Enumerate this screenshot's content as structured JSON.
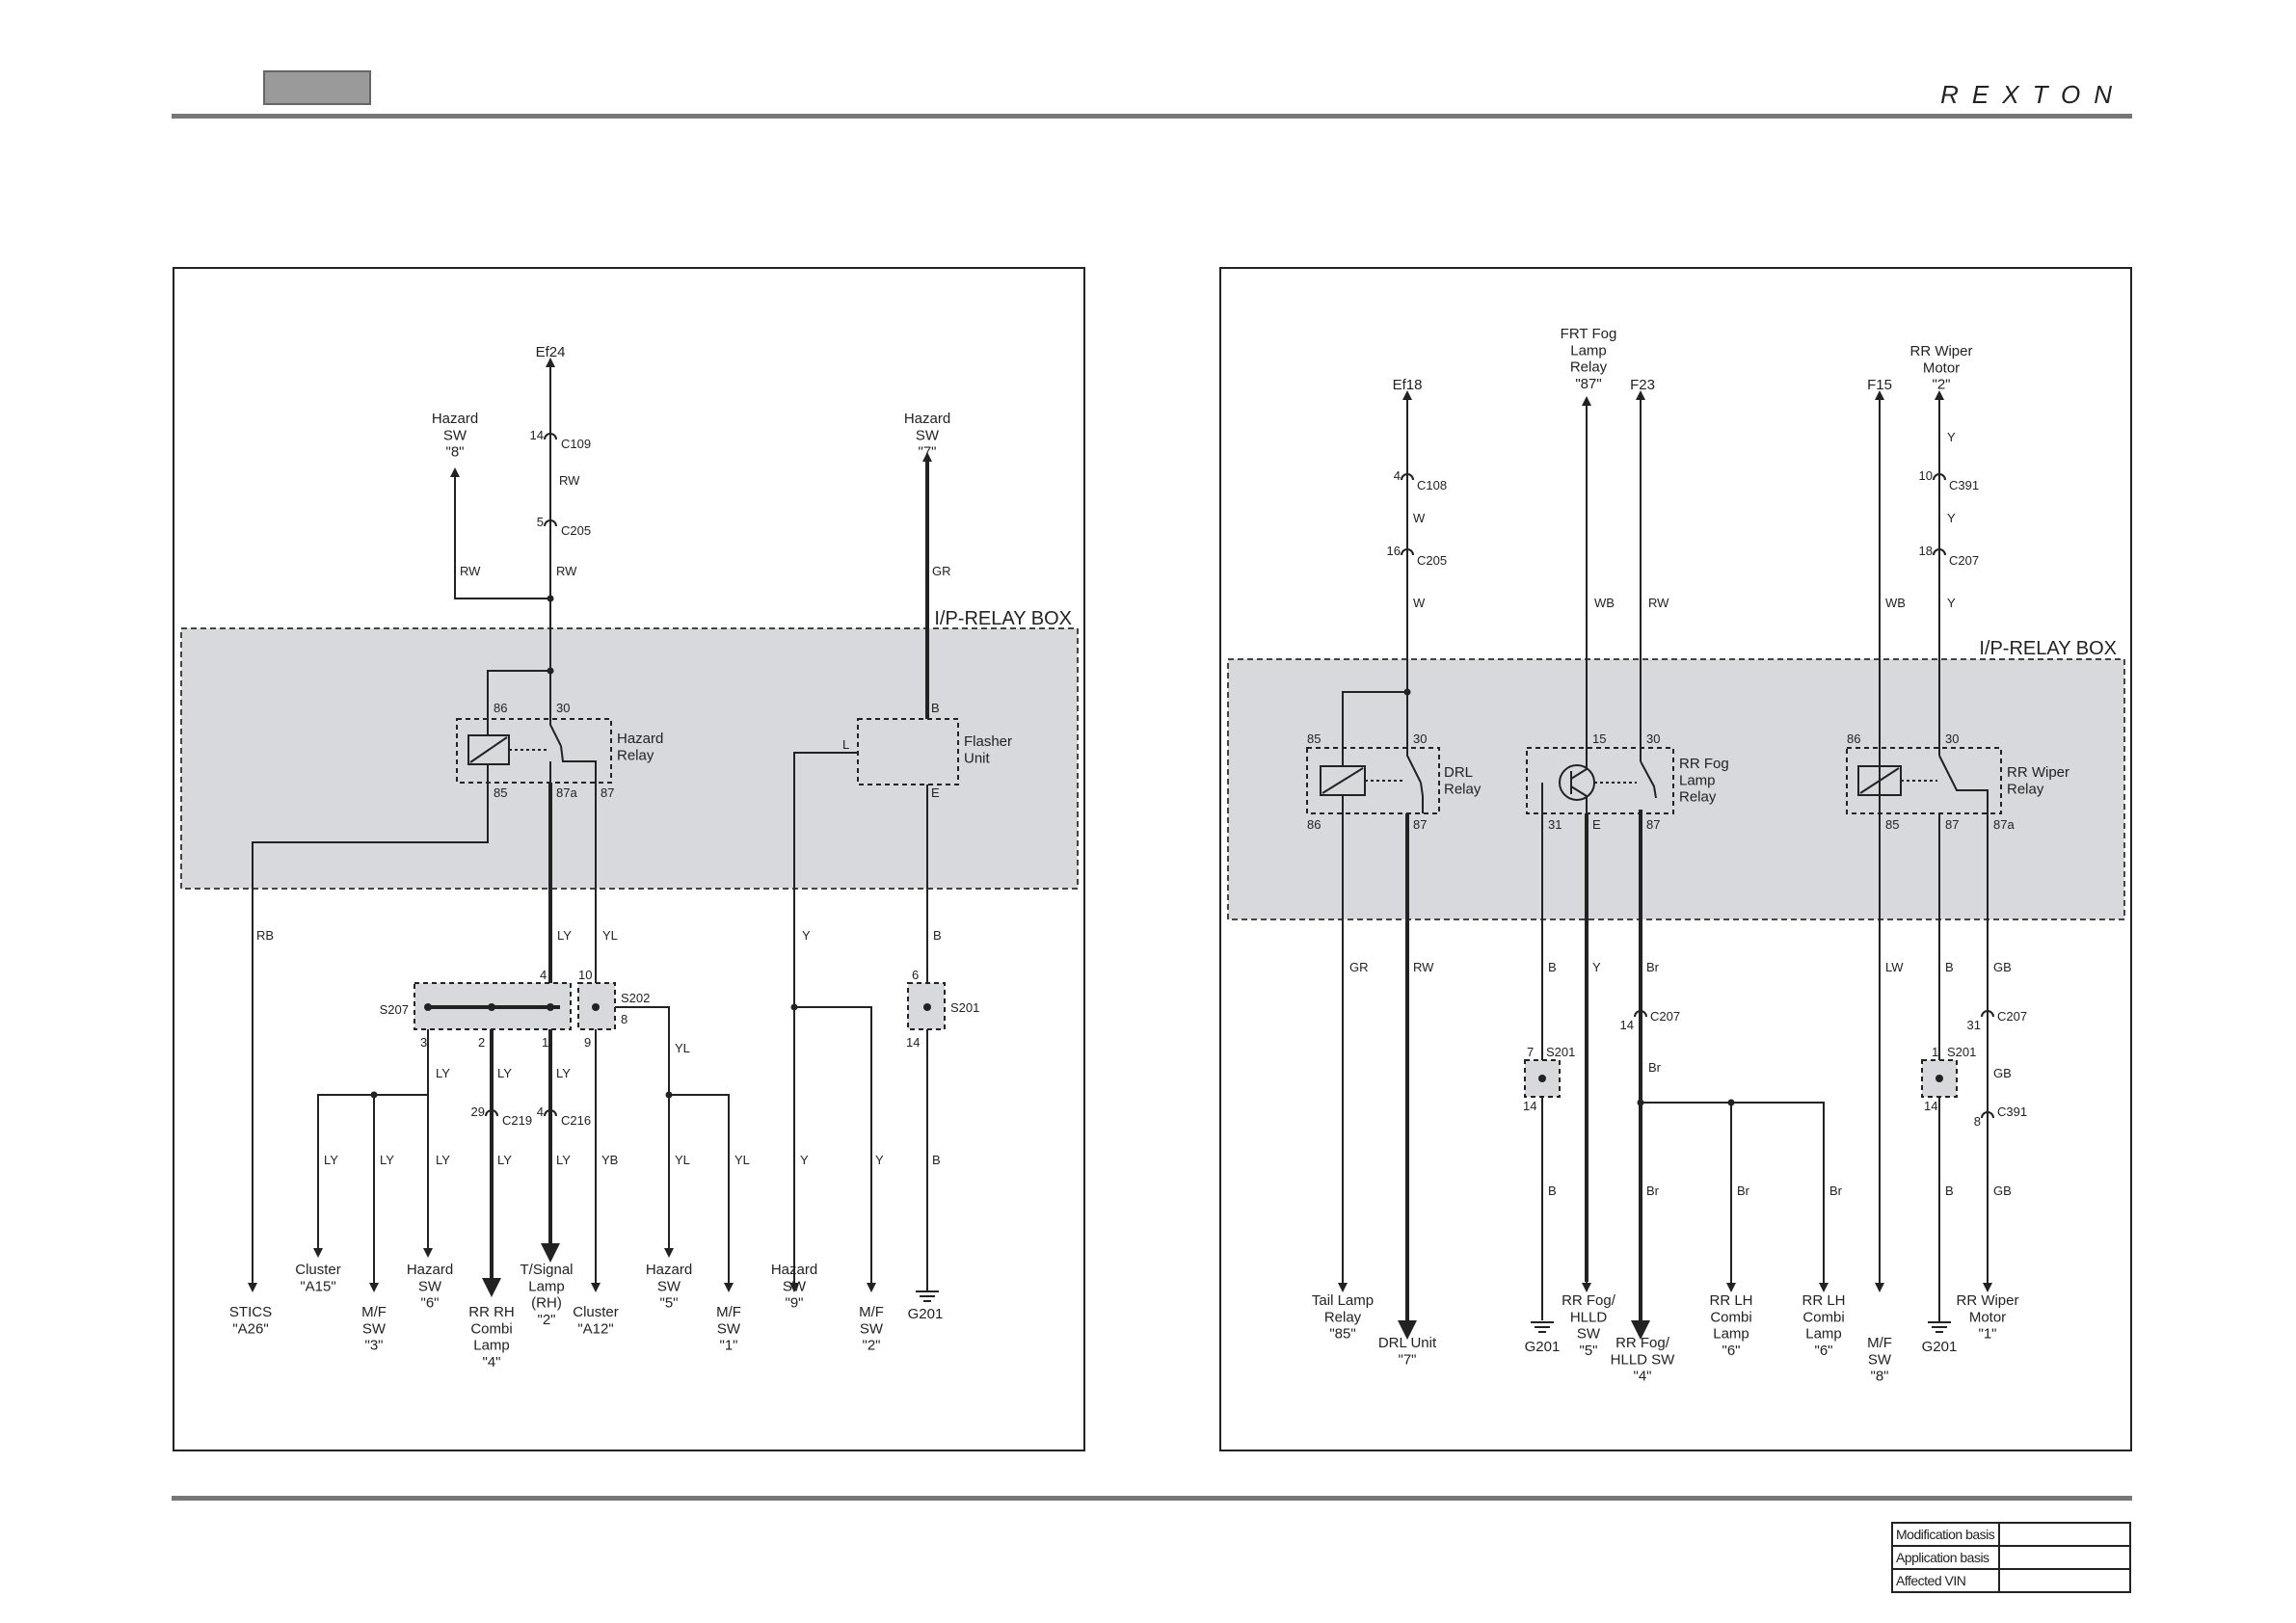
{
  "header": {
    "brand": "REXTON"
  },
  "diagram_left": {
    "relay_box": "I/P-RELAY BOX",
    "labels": [
      {
        "id": "l_ef24",
        "text": "Ef24"
      },
      {
        "id": "l_hz8",
        "text": "Hazard\nSW\n\"8\""
      },
      {
        "id": "l_hz7",
        "text": "Hazard\nSW\n\"7\""
      },
      {
        "id": "l_14",
        "text": "14"
      },
      {
        "id": "l_c109",
        "text": "C109"
      },
      {
        "id": "l_rw1",
        "text": "RW"
      },
      {
        "id": "l_5",
        "text": "5"
      },
      {
        "id": "l_c205",
        "text": "C205"
      },
      {
        "id": "l_rw2",
        "text": "RW"
      },
      {
        "id": "l_rw3",
        "text": "RW"
      },
      {
        "id": "l_gr",
        "text": "GR"
      },
      {
        "id": "l_86",
        "text": "86"
      },
      {
        "id": "l_30",
        "text": "30"
      },
      {
        "id": "l_hzrelay",
        "text": "Hazard\nRelay"
      },
      {
        "id": "l_85",
        "text": "85"
      },
      {
        "id": "l_87a",
        "text": "87a"
      },
      {
        "id": "l_87",
        "text": "87"
      },
      {
        "id": "l_B",
        "text": "B"
      },
      {
        "id": "l_L",
        "text": "L"
      },
      {
        "id": "l_E",
        "text": "E"
      },
      {
        "id": "l_flasher",
        "text": "Flasher\nUnit"
      },
      {
        "id": "l_rb",
        "text": "RB"
      },
      {
        "id": "l_ly1",
        "text": "LY"
      },
      {
        "id": "l_yl1",
        "text": "YL"
      },
      {
        "id": "l_y1",
        "text": "Y"
      },
      {
        "id": "l_b1",
        "text": "B"
      },
      {
        "id": "l_s4",
        "text": "4"
      },
      {
        "id": "l_s10",
        "text": "10"
      },
      {
        "id": "l_s202",
        "text": "S202"
      },
      {
        "id": "l_s8",
        "text": "8"
      },
      {
        "id": "l_s207",
        "text": "S207"
      },
      {
        "id": "l_s3",
        "text": "3"
      },
      {
        "id": "l_s2",
        "text": "2"
      },
      {
        "id": "l_s1",
        "text": "1"
      },
      {
        "id": "l_s9",
        "text": "9"
      },
      {
        "id": "l_s6",
        "text": "6"
      },
      {
        "id": "l_s201",
        "text": "S201"
      },
      {
        "id": "l_s14",
        "text": "14"
      },
      {
        "id": "l_yl2",
        "text": "YL"
      },
      {
        "id": "l_ly2",
        "text": "LY"
      },
      {
        "id": "l_ly3",
        "text": "LY"
      },
      {
        "id": "l_ly4",
        "text": "LY"
      },
      {
        "id": "l_29",
        "text": "29"
      },
      {
        "id": "l_c219",
        "text": "C219"
      },
      {
        "id": "l_4b",
        "text": "4"
      },
      {
        "id": "l_c216",
        "text": "C216"
      },
      {
        "id": "l_ly5",
        "text": "LY"
      },
      {
        "id": "l_ly6",
        "text": "LY"
      },
      {
        "id": "l_ly7",
        "text": "LY"
      },
      {
        "id": "l_ly8",
        "text": "LY"
      },
      {
        "id": "l_ly9",
        "text": "LY"
      },
      {
        "id": "l_yb",
        "text": "YB"
      },
      {
        "id": "l_yl3",
        "text": "YL"
      },
      {
        "id": "l_yl4",
        "text": "YL"
      },
      {
        "id": "l_y2",
        "text": "Y"
      },
      {
        "id": "l_y3",
        "text": "Y"
      },
      {
        "id": "l_b2",
        "text": "B"
      },
      {
        "id": "l_stics",
        "text": "STICS\n\"A26\""
      },
      {
        "id": "l_clA15",
        "text": "Cluster\n\"A15\""
      },
      {
        "id": "l_mf3",
        "text": "M/F\nSW\n\"3\""
      },
      {
        "id": "l_hz6",
        "text": "Hazard\nSW\n\"6\""
      },
      {
        "id": "l_rrrh",
        "text": "RR RH\nCombi\nLamp\n\"4\""
      },
      {
        "id": "l_tsig",
        "text": "T/Signal\nLamp\n(RH)\n\"2\""
      },
      {
        "id": "l_clA12",
        "text": "Cluster\n\"A12\""
      },
      {
        "id": "l_hz5",
        "text": "Hazard\nSW\n\"5\""
      },
      {
        "id": "l_mf1",
        "text": "M/F\nSW\n\"1\""
      },
      {
        "id": "l_hz9",
        "text": "Hazard\nSW\n\"9\""
      },
      {
        "id": "l_mf2",
        "text": "M/F\nSW\n\"2\""
      },
      {
        "id": "l_g201",
        "text": "G201"
      }
    ]
  },
  "diagram_right": {
    "relay_box": "I/P-RELAY BOX",
    "labels": [
      {
        "id": "r_ef18",
        "text": "Ef18"
      },
      {
        "id": "r_frtfog",
        "text": "FRT Fog\nLamp\nRelay\n\"87\""
      },
      {
        "id": "r_f23",
        "text": "F23"
      },
      {
        "id": "r_f15",
        "text": "F15"
      },
      {
        "id": "r_rrwm2",
        "text": "RR Wiper\nMotor\n\"2\""
      },
      {
        "id": "r_4",
        "text": "4"
      },
      {
        "id": "r_c108",
        "text": "C108"
      },
      {
        "id": "r_w1",
        "text": "W"
      },
      {
        "id": "r_16",
        "text": "16"
      },
      {
        "id": "r_c205",
        "text": "C205"
      },
      {
        "id": "r_w2",
        "text": "W"
      },
      {
        "id": "r_y1",
        "text": "Y"
      },
      {
        "id": "r_10",
        "text": "10"
      },
      {
        "id": "r_c391",
        "text": "C391"
      },
      {
        "id": "r_y2",
        "text": "Y"
      },
      {
        "id": "r_18",
        "text": "18"
      },
      {
        "id": "r_c207",
        "text": "C207"
      },
      {
        "id": "r_y3",
        "text": "Y"
      },
      {
        "id": "r_wb1",
        "text": "WB"
      },
      {
        "id": "r_rw",
        "text": "RW"
      },
      {
        "id": "r_wb2",
        "text": "WB"
      },
      {
        "id": "r_85a",
        "text": "85"
      },
      {
        "id": "r_30a",
        "text": "30"
      },
      {
        "id": "r_drl",
        "text": "DRL\nRelay"
      },
      {
        "id": "r_86a",
        "text": "86"
      },
      {
        "id": "r_87a",
        "text": "87"
      },
      {
        "id": "r_15",
        "text": "15"
      },
      {
        "id": "r_30b",
        "text": "30"
      },
      {
        "id": "r_rrfog",
        "text": "RR Fog\nLamp\nRelay"
      },
      {
        "id": "r_31",
        "text": "31"
      },
      {
        "id": "r_E",
        "text": "E"
      },
      {
        "id": "r_87b",
        "text": "87"
      },
      {
        "id": "r_86c",
        "text": "86"
      },
      {
        "id": "r_30c",
        "text": "30"
      },
      {
        "id": "r_rrwr",
        "text": "RR Wiper\nRelay"
      },
      {
        "id": "r_85c",
        "text": "85"
      },
      {
        "id": "r_87c",
        "text": "87"
      },
      {
        "id": "r_87ac",
        "text": "87a"
      },
      {
        "id": "r_gr",
        "text": "GR"
      },
      {
        "id": "r_rw2",
        "text": "RW"
      },
      {
        "id": "r_b1",
        "text": "B"
      },
      {
        "id": "r_y4",
        "text": "Y"
      },
      {
        "id": "r_br1",
        "text": "Br"
      },
      {
        "id": "r_lw",
        "text": "LW"
      },
      {
        "id": "r_b2",
        "text": "B"
      },
      {
        "id": "r_gb1",
        "text": "GB"
      },
      {
        "id": "r_14a",
        "text": "14"
      },
      {
        "id": "r_c207b",
        "text": "C207"
      },
      {
        "id": "r_31b",
        "text": "31"
      },
      {
        "id": "r_c207c",
        "text": "C207"
      },
      {
        "id": "r_s7",
        "text": "7"
      },
      {
        "id": "r_s201a",
        "text": "S201"
      },
      {
        "id": "r_s14a",
        "text": "14"
      },
      {
        "id": "r_s1",
        "text": "1"
      },
      {
        "id": "r_s201b",
        "text": "S201"
      },
      {
        "id": "r_s14b",
        "text": "14"
      },
      {
        "id": "r_br2",
        "text": "Br"
      },
      {
        "id": "r_gb2",
        "text": "GB"
      },
      {
        "id": "r_8",
        "text": "8"
      },
      {
        "id": "r_c391b",
        "text": "C391"
      },
      {
        "id": "r_b3",
        "text": "B"
      },
      {
        "id": "r_br3",
        "text": "Br"
      },
      {
        "id": "r_br4",
        "text": "Br"
      },
      {
        "id": "r_br5",
        "text": "Br"
      },
      {
        "id": "r_b4",
        "text": "B"
      },
      {
        "id": "r_gb3",
        "text": "GB"
      },
      {
        "id": "r_tail",
        "text": "Tail Lamp\nRelay\n\"85\""
      },
      {
        "id": "r_drlunit",
        "text": "DRL Unit\n\"7\""
      },
      {
        "id": "r_g201a",
        "text": "G201"
      },
      {
        "id": "r_fog5",
        "text": "RR Fog/\nHLLD\nSW\n\"5\""
      },
      {
        "id": "r_fog4",
        "text": "RR Fog/\nHLLD SW\n\"4\""
      },
      {
        "id": "r_lhcombi",
        "text": "RR LH\nCombi\nLamp\n\"6\""
      },
      {
        "id": "r_rhcombi",
        "text": "RR LH\nCombi\nLamp\n\"6\""
      },
      {
        "id": "r_mf8",
        "text": "M/F\nSW\n\"8\""
      },
      {
        "id": "r_g201b",
        "text": "G201"
      },
      {
        "id": "r_rrwm1",
        "text": "RR Wiper\nMotor\n\"1\""
      }
    ]
  },
  "revision_table": {
    "rows": [
      {
        "label": "Modification basis",
        "value": ""
      },
      {
        "label": "Application basis",
        "value": ""
      },
      {
        "label": "Affected VIN",
        "value": ""
      }
    ]
  }
}
